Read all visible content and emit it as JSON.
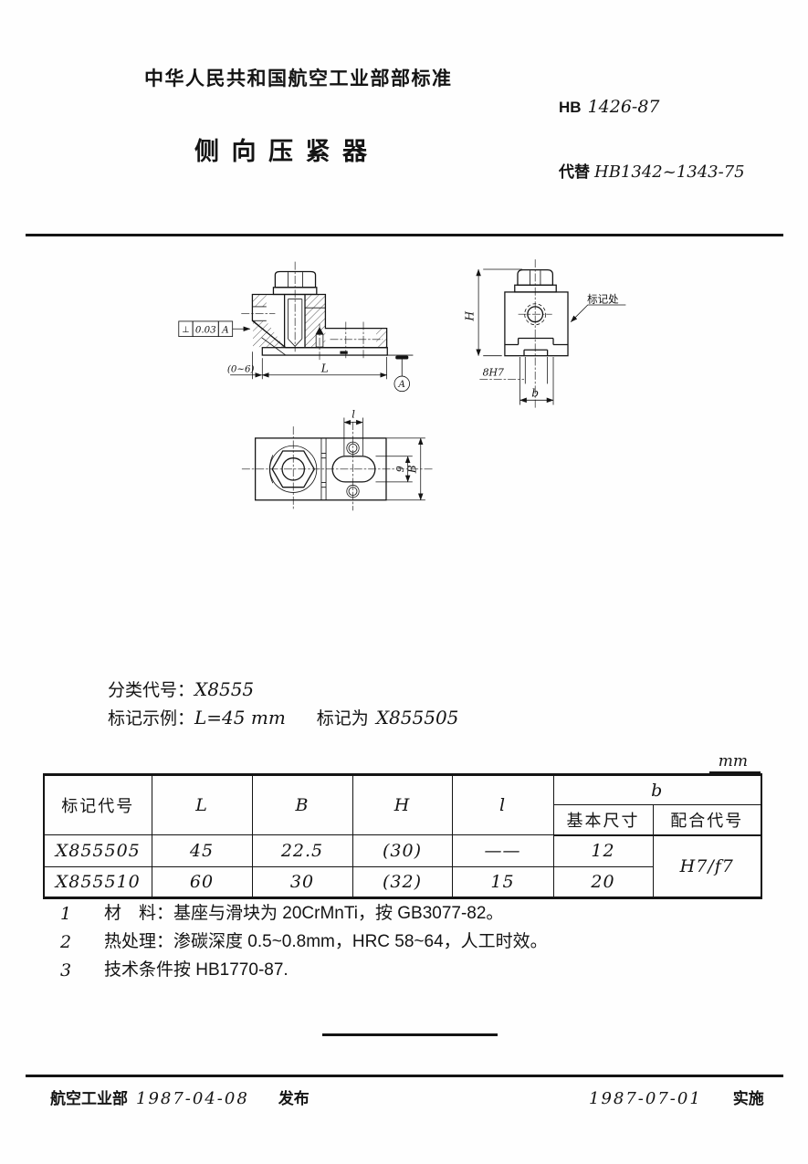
{
  "header": {
    "org": "中华人民共和国航空工业部部标准",
    "standard_prefix": "HB",
    "standard_no": "1426-87",
    "title": "侧 向 压 紧 器",
    "replaces_label": "代替",
    "replaces_no": "HB1342~1343-75"
  },
  "drawings": {
    "section_view": {
      "tolerance_symbol": "⊥",
      "tolerance_value": "0.03",
      "tolerance_datum": "A",
      "dim_gap": "(0~6)",
      "dim_length": "L",
      "datum_label": "A"
    },
    "front_view": {
      "dim_height": "H",
      "mark_label": "标记处",
      "slot_fit": "8H7",
      "dim_width": "b"
    },
    "top_view": {
      "dim_pitch": "l",
      "dim_slot": "9",
      "dim_breadth": "B"
    }
  },
  "classification": {
    "class_label": "分类代号：",
    "class_value": "X8555",
    "example_label": "标记示例：",
    "example_condition": "L=45 mm",
    "example_mark_label": "标记为",
    "example_mark_value": "X855505"
  },
  "table": {
    "unit": "mm",
    "headers": {
      "code": "标记代号",
      "L": "L",
      "B": "B",
      "H": "H",
      "l": "l",
      "b": "b",
      "b_basic": "基本尺寸",
      "b_fit": "配合代号"
    },
    "rows": [
      {
        "code": "X855505",
        "L": "45",
        "B": "22.5",
        "H": "(30)",
        "l": "——",
        "b_basic": "12"
      },
      {
        "code": "X855510",
        "L": "60",
        "B": "30",
        "H": "(32)",
        "l": "15",
        "b_basic": "20"
      }
    ],
    "fit_value": "H7/f7"
  },
  "notes": [
    {
      "num": "1",
      "text": "材　料：基座与滑块为 20CrMnTi，按 GB3077-82。"
    },
    {
      "num": "2",
      "text": "热处理：渗碳深度 0.5~0.8mm，HRC 58~64，人工时效。"
    },
    {
      "num": "3",
      "text": "技术条件按 HB1770-87."
    }
  ],
  "footer": {
    "issuer": "航空工业部",
    "issue_date": "1987-04-08",
    "issue_label": "发布",
    "impl_date": "1987-07-01",
    "impl_label": "实施"
  }
}
